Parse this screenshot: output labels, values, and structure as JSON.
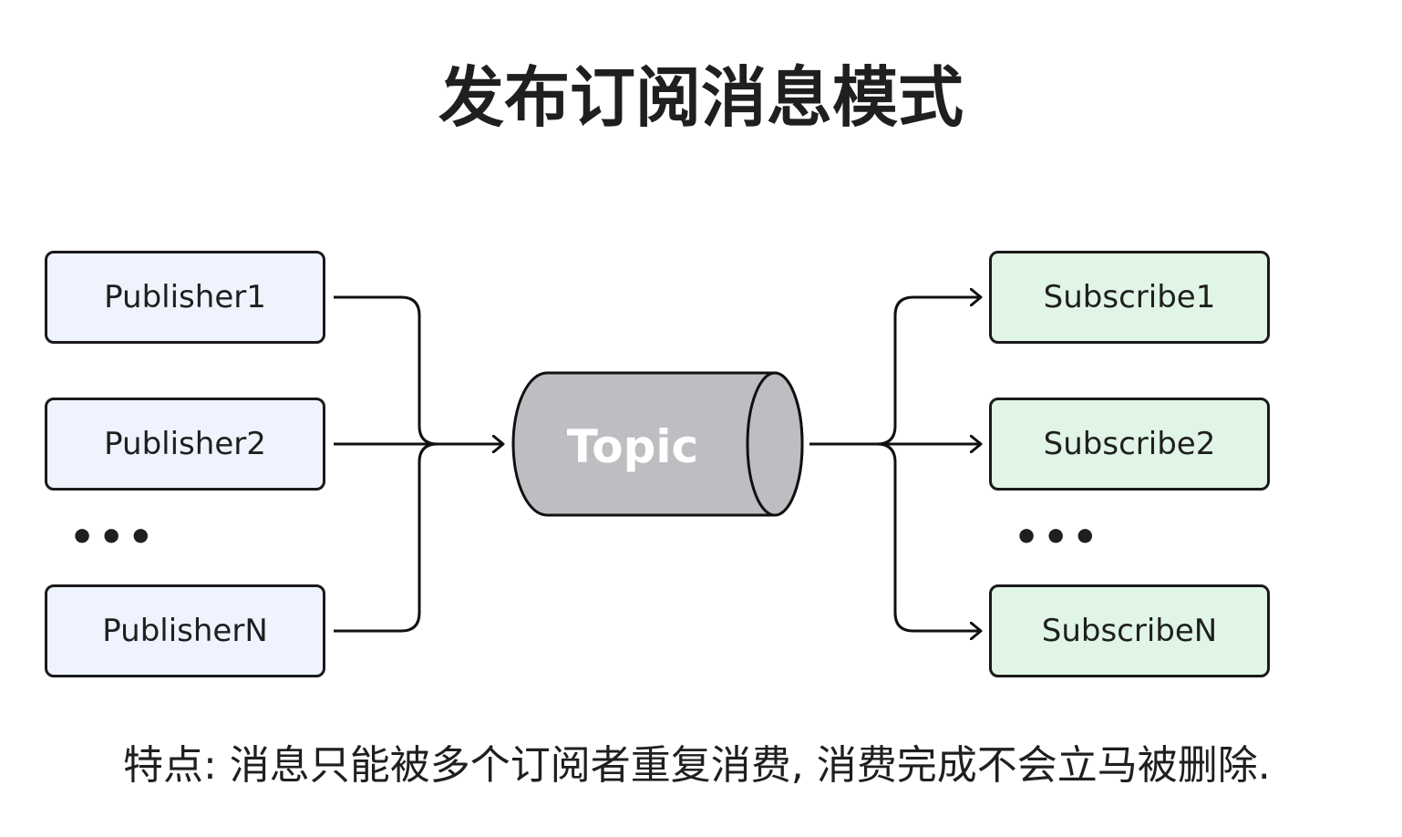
{
  "title": "发布订阅消息模式",
  "publishers": {
    "items": [
      {
        "label": "Publisher1"
      },
      {
        "label": "Publisher2"
      },
      {
        "label": "PublisherN"
      }
    ],
    "ellipsis": "•••",
    "fill_color": "#eef3fd"
  },
  "topic": {
    "label": "Topic",
    "fill_color": "#bcbec1"
  },
  "subscribers": {
    "items": [
      {
        "label": "Subscribe1"
      },
      {
        "label": "Subscribe2"
      },
      {
        "label": "SubscribeN"
      }
    ],
    "ellipsis": "•••",
    "fill_color": "#e0f5e6"
  },
  "caption": "特点: 消息只能被多个订阅者重复消费, 消费完成不会立马被删除."
}
